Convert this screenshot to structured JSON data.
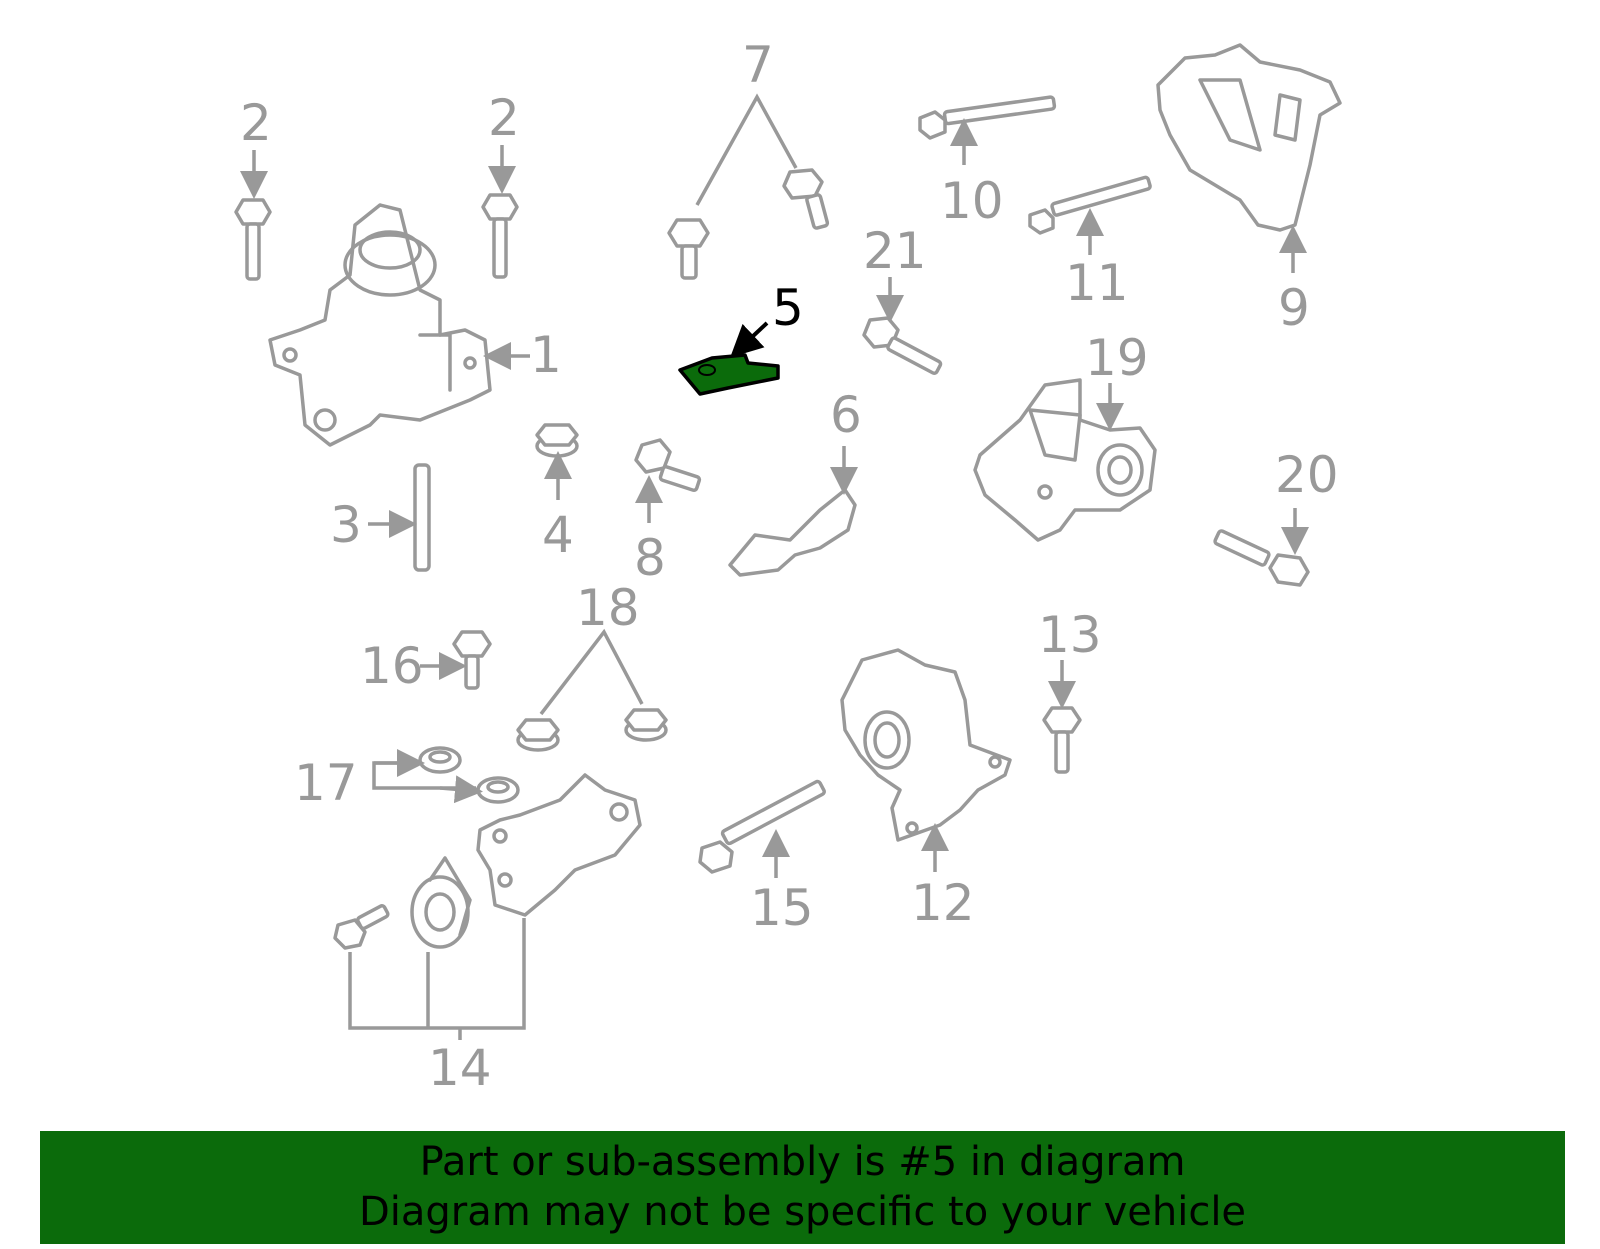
{
  "colors": {
    "parts": "#999999",
    "highlight": "#0b6b0b",
    "highlight_label": "#000000",
    "banner": "#0b6b0b"
  },
  "callouts": {
    "c1": "1",
    "c2a": "2",
    "c2b": "2",
    "c3": "3",
    "c4": "4",
    "c5": "5",
    "c6": "6",
    "c7": "7",
    "c8": "8",
    "c9": "9",
    "c10": "10",
    "c11": "11",
    "c12": "12",
    "c13": "13",
    "c14": "14",
    "c15": "15",
    "c16": "16",
    "c17": "17",
    "c18": "18",
    "c19": "19",
    "c20": "20",
    "c21": "21"
  },
  "banner": {
    "line1": "Part or sub-assembly is #5 in diagram",
    "line2": "Diagram may not be specific to your vehicle"
  }
}
